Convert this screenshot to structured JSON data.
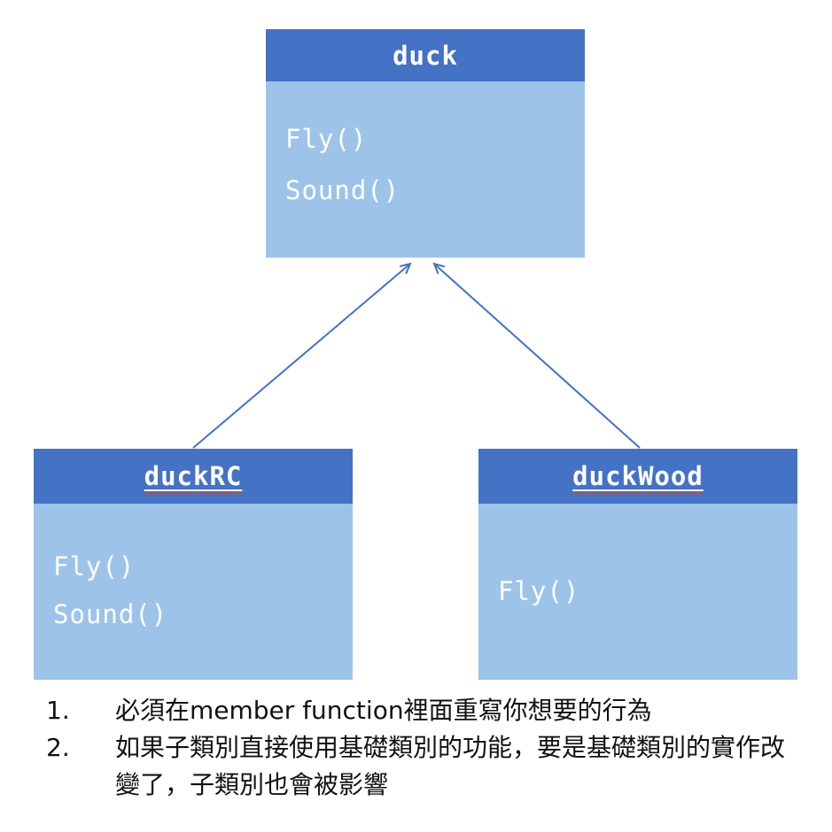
{
  "diagram": {
    "colors": {
      "header_bg": "#4472C4",
      "body_bg": "#9DC3E9",
      "arrow": "#4472C4",
      "member_text": "#FFFFFF"
    },
    "classes": [
      {
        "title": "duck",
        "members": [
          "Fly()",
          "Sound()"
        ]
      },
      {
        "title": "duckRC",
        "members": [
          "Fly()",
          "Sound()"
        ]
      },
      {
        "title": "duckWood",
        "members": [
          "Fly()"
        ]
      }
    ]
  },
  "notes": [
    {
      "number": "1.",
      "text": "必須在member function裡面重寫你想要的行為"
    },
    {
      "number": "2.",
      "text": "如果子類別直接使用基礎類別的功能，要是基礎類別的實作改變了，子類別也會被影響"
    }
  ]
}
